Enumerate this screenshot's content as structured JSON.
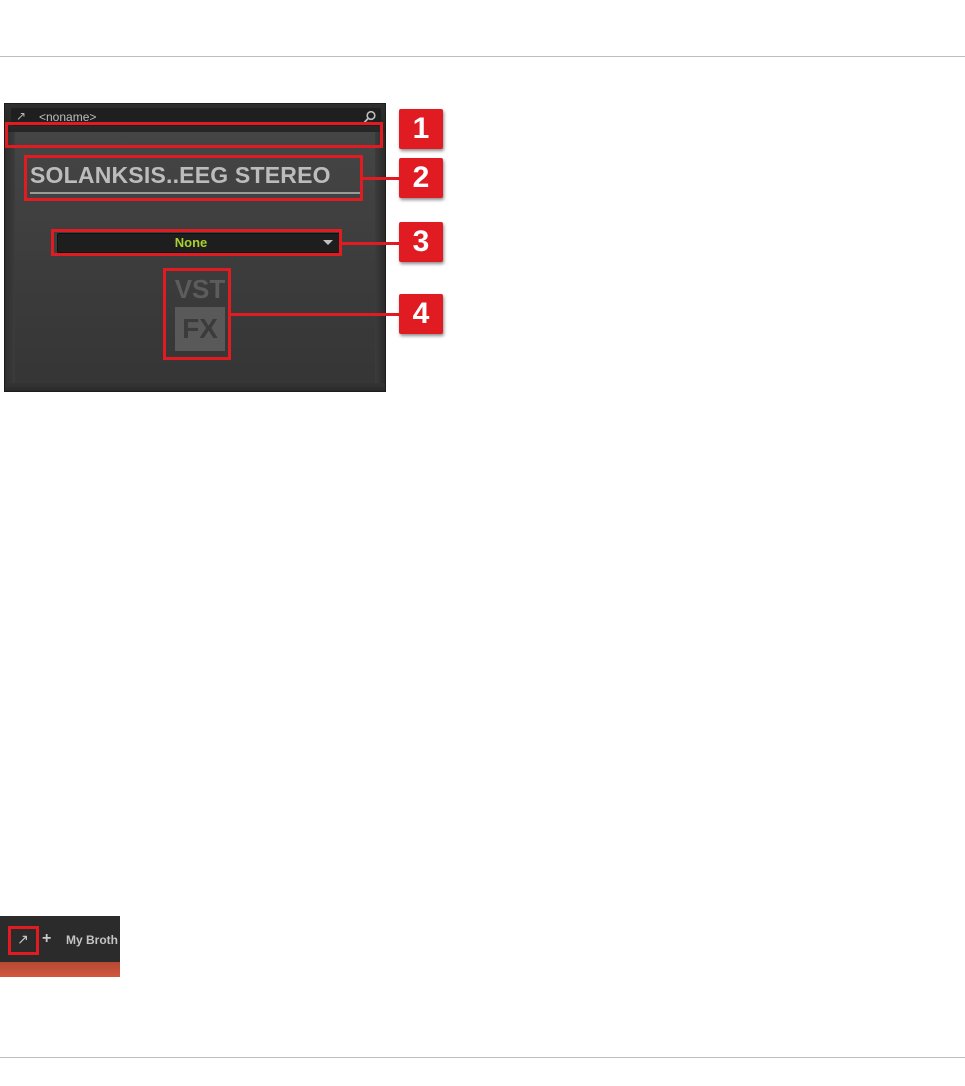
{
  "plugin_panel": {
    "name_field": "<noname>",
    "title": "SOLANKSIS..EEG STEREO",
    "preset": {
      "selected": "None",
      "color": "#a7d131"
    },
    "logo_top": "VST",
    "logo_bottom": "FX"
  },
  "callouts": [
    "1",
    "2",
    "3",
    "4"
  ],
  "accent_color": "#e11b22",
  "thumbnail": {
    "icons": [
      "arrow-icon",
      "plus-icon"
    ],
    "plus": "+",
    "tab_label": "My Broth"
  }
}
